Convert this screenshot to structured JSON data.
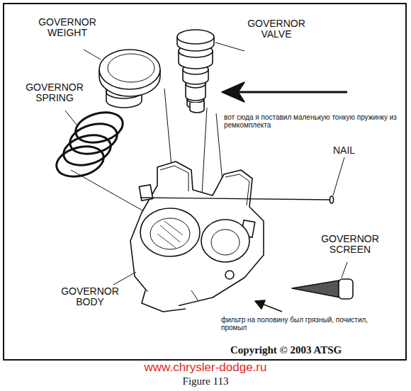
{
  "diagram": {
    "caption": "Figure 113",
    "labels": [
      "GOVERNOR WEIGHT",
      "GOVERNOR VALVE",
      "GOVERNOR SPRING",
      "вот сюда я поставил маленькую тонкую пружинку из ремкомплекта",
      "NAIL",
      "GOVERNOR SCREEN",
      "GOVERNOR BODY",
      "фильтр на половину был грязный, почистил, промыл",
      "Copyright © 2003 ATSG",
      "www.chrysler-dodge.ru"
    ]
  }
}
